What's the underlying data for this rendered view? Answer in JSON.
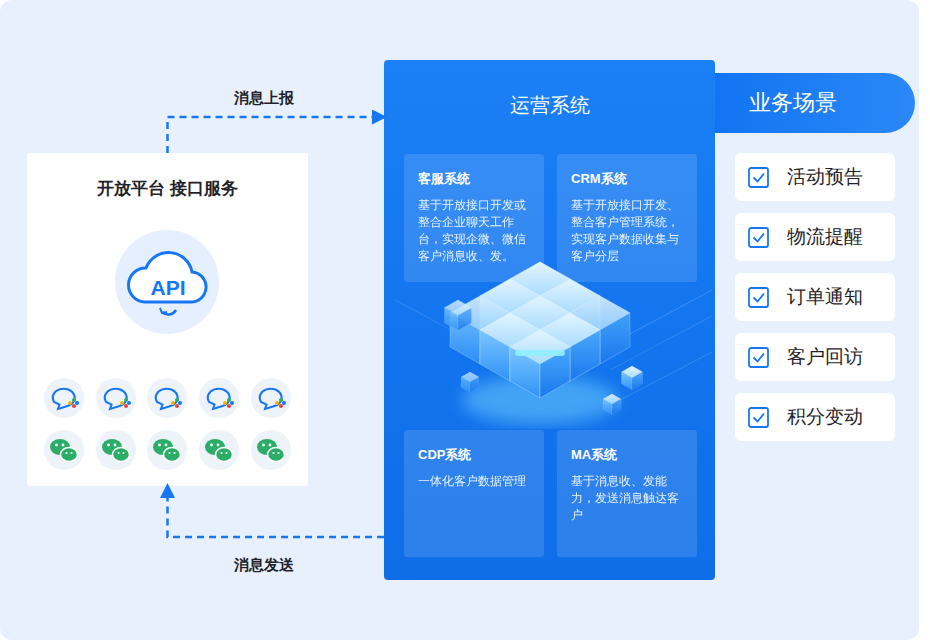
{
  "diagram": {
    "nodes": [
      {
        "text": [
          "开放平台 接口服务"
        ]
      },
      {
        "text": [
          "运营系统"
        ]
      },
      {
        "text": [
          "客服系统",
          "基于开放接口开发或整合企业聊天工作台，实现企微、微信客户消息收、发。"
        ],
        "in": 1
      },
      {
        "text": [
          "CRM系统",
          "基于开放接口开发、整合客户管理系统，实现客户数据收集与客户分层"
        ],
        "in": 1
      },
      {
        "text": [
          "CDP系统",
          "一体化客户数据管理"
        ],
        "in": 1
      },
      {
        "text": [
          "MA系统",
          "基于消息收、发能力，发送消息触达客户"
        ],
        "in": 1
      },
      {
        "text": [
          "业务场景"
        ]
      },
      {
        "text": [
          "活动预告"
        ]
      },
      {
        "text": [
          "物流提醒"
        ]
      },
      {
        "text": [
          "订单通知"
        ]
      },
      {
        "text": [
          "客户回访"
        ]
      },
      {
        "text": [
          "积分变动"
        ]
      }
    ],
    "edges": [
      {
        "from": 0,
        "to": 1,
        "label": "消息上报",
        "arrow": "to"
      },
      {
        "from": 1,
        "to": 0,
        "label": "消息发送",
        "arrow": "to"
      }
    ],
    "labels": [
      "API"
    ]
  }
}
